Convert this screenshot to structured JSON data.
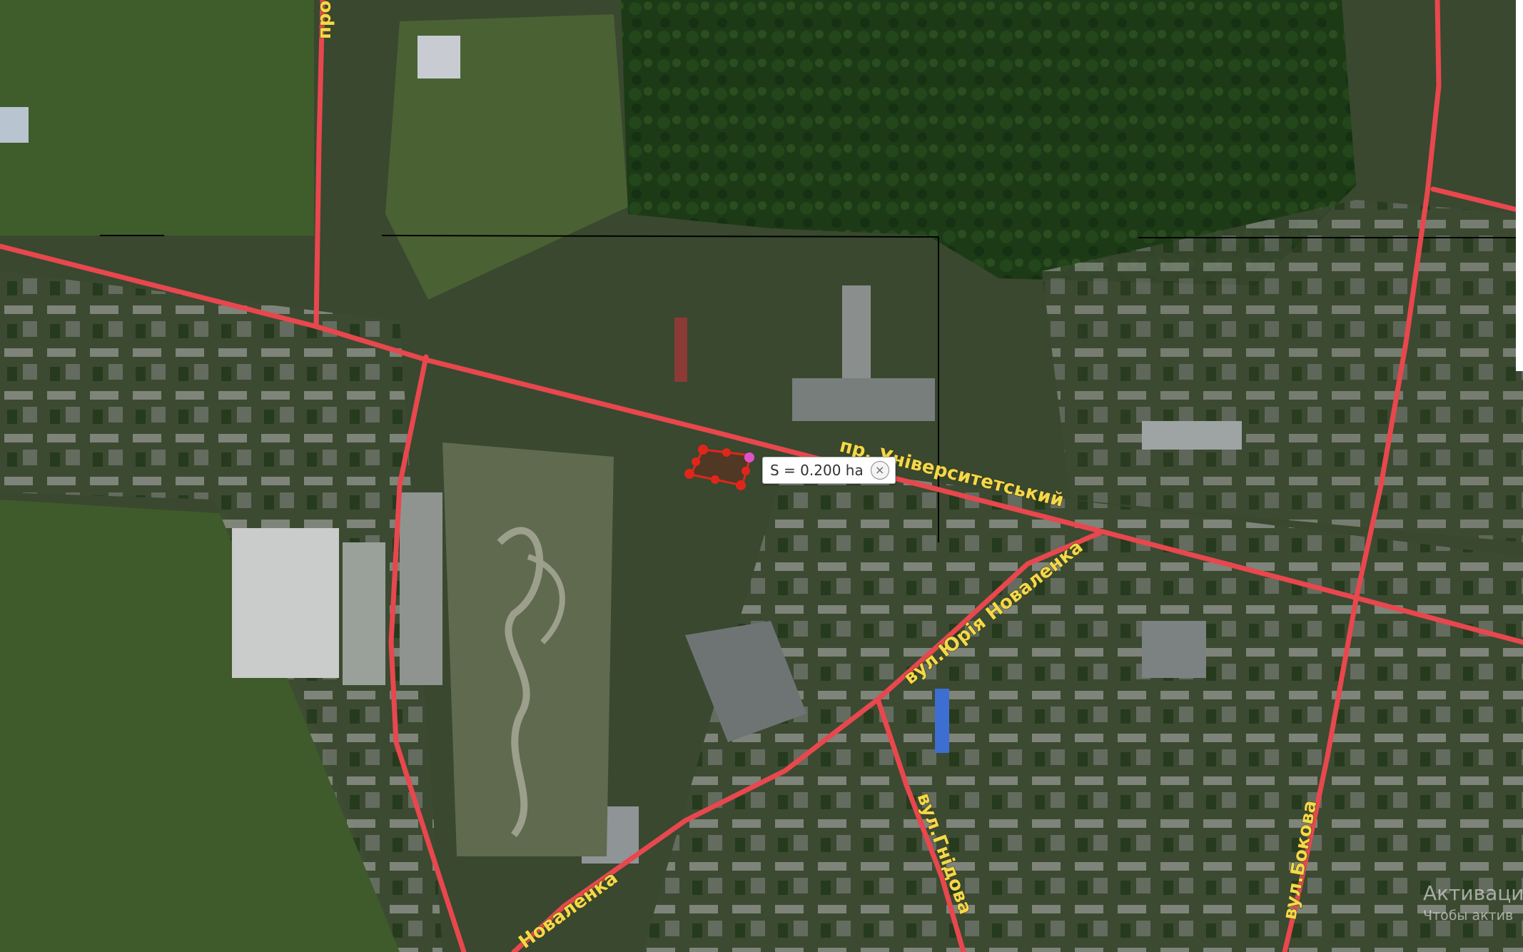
{
  "measurement": {
    "area_text": "S = 0.200 ha",
    "close_glyph": "×"
  },
  "streets": {
    "universytetskyi": "пр. Університетський",
    "yuriia_novalenka": "вул.Юрія Новаленка",
    "novalenka_short": "Новаленка",
    "hnidova": "вул.Гнідова",
    "bokova": "вул.Бокова",
    "top_fragment": "прос"
  },
  "watermark": {
    "line1": "Активаци",
    "line2": "Чтобы актив"
  },
  "colors": {
    "road": "#e8474e",
    "forest": "#1b3a14",
    "field": "#3e5a2a",
    "measure": "#e0261c",
    "label": "#f5d84a"
  }
}
